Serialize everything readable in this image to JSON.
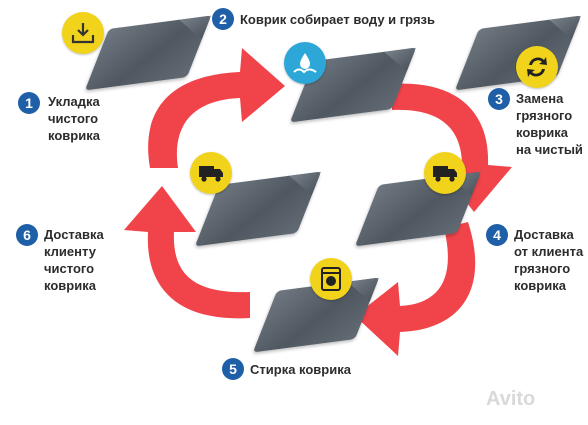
{
  "steps": [
    {
      "number": "1",
      "lines": [
        "Укладка",
        "чистого",
        "коврика"
      ]
    },
    {
      "number": "2",
      "lines": [
        "Коврик собирает воду и грязь"
      ]
    },
    {
      "number": "3",
      "lines": [
        "Замена",
        "грязного",
        "коврика",
        "на чистый"
      ]
    },
    {
      "number": "4",
      "lines": [
        "Доставка",
        "от клиента",
        "грязного",
        "коврика"
      ]
    },
    {
      "number": "5",
      "lines": [
        "Стирка коврика"
      ]
    },
    {
      "number": "6",
      "lines": [
        "Доставка",
        "клиенту",
        "чистого",
        "коврика"
      ]
    }
  ],
  "icons": [
    "download-tray-icon",
    "water-splash-icon",
    "recycle-icon",
    "truck-icon",
    "washing-machine-icon",
    "truck-icon"
  ],
  "colors": {
    "arrow": "#f0444a",
    "badge_yellow": "#f2d31b",
    "badge_blue": "#2da7d8",
    "step_number": "#1f5fa8"
  },
  "watermark": "Avito"
}
